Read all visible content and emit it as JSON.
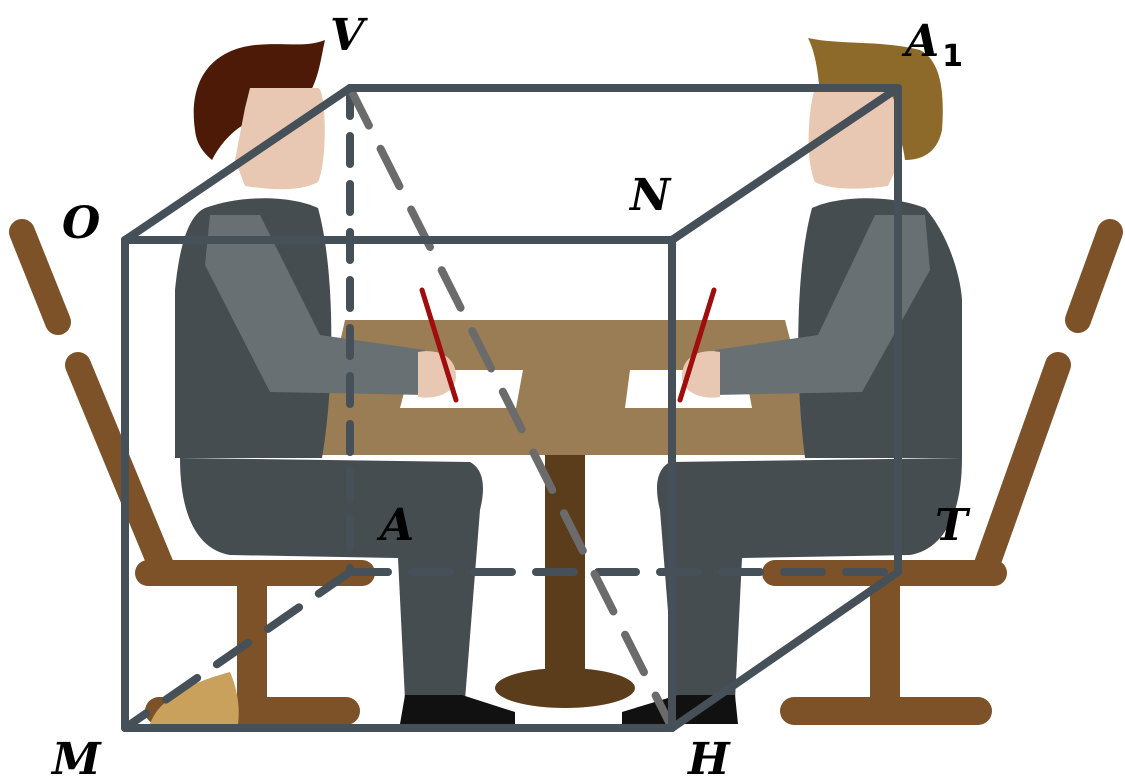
{
  "diagram": {
    "vertices": {
      "V": {
        "letter": "V",
        "sub": ""
      },
      "A1": {
        "letter": "A",
        "sub": "1"
      },
      "O": {
        "letter": "O",
        "sub": ""
      },
      "N": {
        "letter": "N",
        "sub": ""
      },
      "A": {
        "letter": "A",
        "sub": ""
      },
      "T": {
        "letter": "T",
        "sub": ""
      },
      "M": {
        "letter": "M",
        "sub": ""
      },
      "H": {
        "letter": "H",
        "sub": ""
      }
    },
    "solid_edges": [
      "V-A1",
      "O-N",
      "O-V",
      "N-A1",
      "A1-T",
      "O-M",
      "N-H",
      "M-H",
      "H-T"
    ],
    "hidden_edges": [
      "V-A",
      "A-T",
      "A-M"
    ],
    "diagonal": "V-H",
    "scene_objects": [
      "person-left",
      "person-right",
      "table",
      "chair-left",
      "chair-right"
    ],
    "colors": {
      "edge": "#465058",
      "diagonal": "#6b6b6b",
      "table": "#9a7d54",
      "table_post": "#5b3d1c",
      "chair": "#7d5228",
      "suit": "#464d51",
      "suit_light": "#687073",
      "skin": "#e8c8b3",
      "hair_left": "#4d1a08",
      "hair_right": "#8e6a2a",
      "pen": "#a00d0d",
      "shoe": "#111111"
    }
  }
}
